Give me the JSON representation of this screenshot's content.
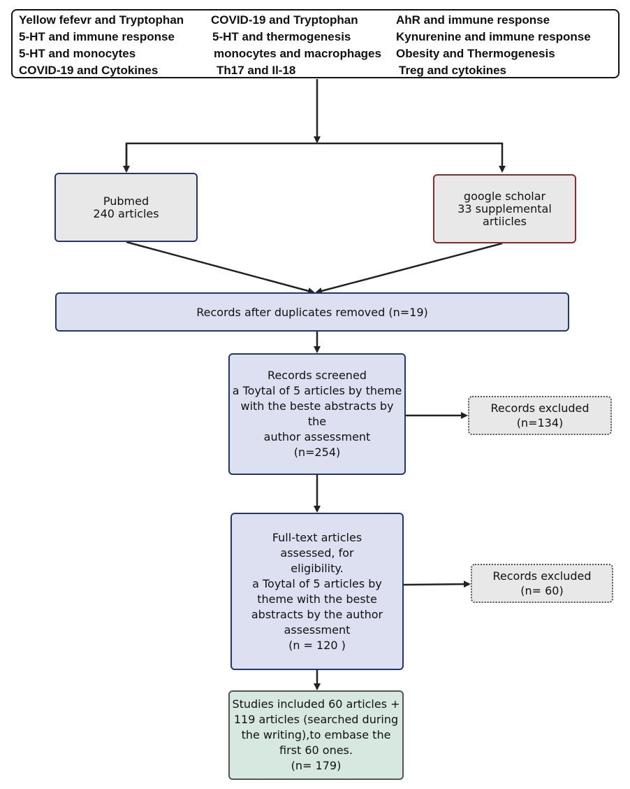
{
  "search_terms": [
    "Yellow fefevr  and Tryptophan",
    "5-HT and immune response",
    "5-HT and monocytes",
    "COVID-19 and Cytokines",
    "COVID-19 and Tryptophan",
    "5-HT and thermogenesis",
    "monocytes and macrophages",
    "Th17 and Il-18",
    "AhR and immune response",
    "Kynurenine and immune response",
    "Obesity and Thermogenesis",
    "Treg and cytokines"
  ],
  "sources": {
    "pubmed": "Pubmed\n240 articles",
    "google_scholar": "google scholar\n33 supplemental\nartiicles"
  },
  "duplicates_removed": "Records after duplicates removed (n=19)",
  "screened": "Records screened\na Toytal of 5 articles by theme\nwith the beste abstracts by the\nauthor assessment\n(n=254)",
  "excluded_1": "Records excluded\n(n=134)",
  "full_text": "Full-text articles\nassessed, for\neligibility.\na Toytal of 5 articles by\ntheme with the beste\nabstracts by the author\nassessment\n(n = 120 )",
  "excluded_2": "Records excluded\n(n= 60)",
  "included": "Studies included 60 articles +\n119 articles (searched during\nthe writing),to embase the\nfirst 60 ones.\n(n= 179)",
  "colors": {
    "process_fill": "#dde0f0",
    "process_border": "#23376e",
    "source_fill": "#e8e8e8",
    "scholar_border": "#8b2a2a",
    "included_fill": "#d7e8e1"
  }
}
